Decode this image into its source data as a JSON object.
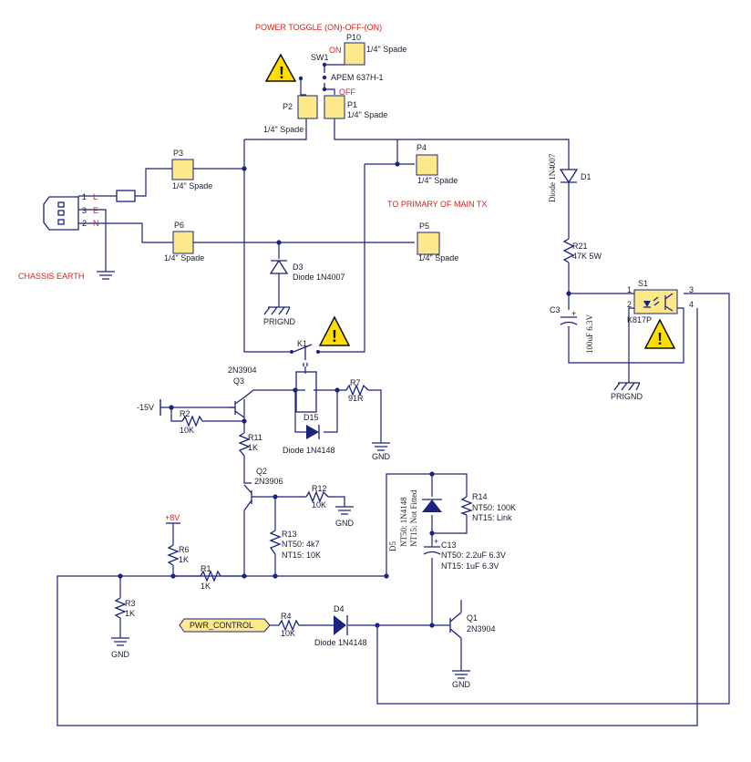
{
  "header": {
    "power_toggle": "POWER TOGGLE (ON)-OFF-(ON)"
  },
  "switch_sw1": {
    "ref": "SW1",
    "part": "APEM 637H-1",
    "on": "ON",
    "off": "OFF"
  },
  "connectors": {
    "p10": {
      "ref": "P10",
      "type": "1/4\" Spade"
    },
    "p1": {
      "ref": "P1",
      "type": "1/4\" Spade"
    },
    "p2": {
      "ref": "P2",
      "type": "1/4\" Spade"
    },
    "p3": {
      "ref": "P3",
      "type": "1/4\" Spade"
    },
    "p4": {
      "ref": "P4",
      "type": "1/4\" Spade"
    },
    "p5": {
      "ref": "P5",
      "type": "1/4\" Spade"
    },
    "p6": {
      "ref": "P6",
      "type": "1/4\" Spade"
    }
  },
  "mains": {
    "pin1": "1",
    "pin3": "3",
    "pin2": "2",
    "L": "L",
    "E": "E",
    "N": "N",
    "chassis": "CHASSIS EARTH"
  },
  "to_primary": "TO PRIMARY OF MAIN TX",
  "d1": {
    "ref": "D1",
    "part": "Diode 1N4007"
  },
  "r21": {
    "ref": "R21",
    "value": "47K 5W"
  },
  "c3": {
    "ref": "C3",
    "value": "100uF 6.3V",
    "plus": "+"
  },
  "s1": {
    "ref": "S1",
    "part": "K817P",
    "p1": "1",
    "p2": "2",
    "p3": "3",
    "p4": "4"
  },
  "d3": {
    "ref": "D3",
    "part": "Diode 1N4007"
  },
  "prignd": "PRIGND",
  "k1": {
    "ref": "K1"
  },
  "q3": {
    "ref": "Q3",
    "part": "2N3904"
  },
  "neg15": "-15V",
  "r2": {
    "ref": "R2",
    "value": "10K"
  },
  "r7": {
    "ref": "R7",
    "value": "91R"
  },
  "d15": {
    "ref": "D15",
    "part": "Diode 1N4148"
  },
  "gnd": "GND",
  "r11": {
    "ref": "R11",
    "value": "1K"
  },
  "q2": {
    "ref": "Q2",
    "part": "2N3906"
  },
  "r12": {
    "ref": "R12",
    "value": "10K"
  },
  "r13": {
    "ref": "R13",
    "line1": "NT50: 4k7",
    "line2": "NT15: 10K"
  },
  "plus8": "+8V",
  "r6": {
    "ref": "R6",
    "value": "1K"
  },
  "r1": {
    "ref": "R1",
    "value": "1K"
  },
  "r3": {
    "ref": "R3",
    "value": "1K"
  },
  "d5": {
    "ref": "D5",
    "line1": "NT50: 1N4148",
    "line2": "NT15: Not Fitted"
  },
  "r14": {
    "ref": "R14",
    "line1": "NT50: 100K",
    "line2": "NT15: Link"
  },
  "c13": {
    "ref": "C13",
    "line1": "NT50: 2.2uF 6.3V",
    "line2": "NT15: 1uF 6.3V",
    "plus": "+"
  },
  "r4": {
    "ref": "R4",
    "value": "10K"
  },
  "d4": {
    "ref": "D4",
    "part": "Diode 1N4148"
  },
  "q1": {
    "ref": "Q1",
    "part": "2N3904"
  },
  "pwr_control": "PWR_CONTROL",
  "warning_icon": "warning-triangle-icon"
}
